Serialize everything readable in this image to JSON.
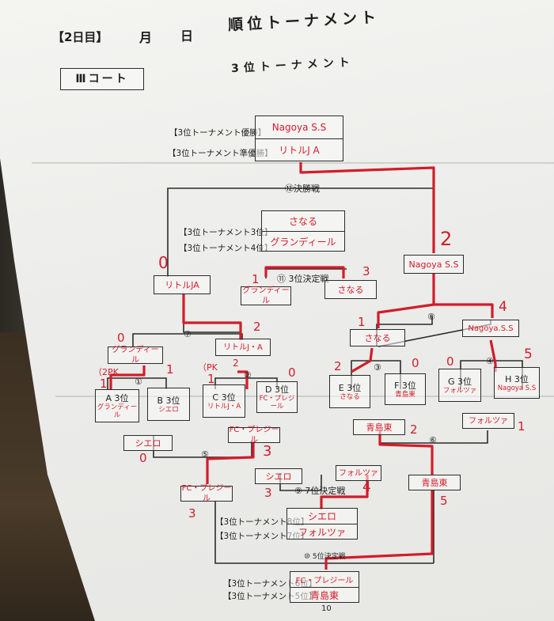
{
  "header": {
    "day_label": "【2日目】",
    "month": "月",
    "day": "日",
    "title": "順位トーナメント",
    "subtitle": "3位トーナメント",
    "court": "Ⅲコート"
  },
  "results": {
    "winner_label": "【3位トーナメント優勝】",
    "winner": "Nagoya S.S",
    "runner_up_label": "【3位トーナメント準優勝】",
    "runner_up": "リトルJ A",
    "third_label": "【3位トーナメント3位】",
    "third": "さなる",
    "fourth_label": "【3位トーナメント4位】",
    "fourth": "グランディール",
    "seventh_label": "【3位トーナメント7位】",
    "seventh": "フォルツァ",
    "eighth_label": "【3位トーナメント8位】",
    "eighth": "シエロ",
    "fifth_label": "【3位トーナメント5位】",
    "fifth": "青島東",
    "sixth_label": "【3位トーナメント6位】",
    "sixth": "FC・プレジール"
  },
  "matches": {
    "m12": "⑫決勝戦",
    "m11": "⑪ 3位決定戦",
    "m10": "⑩ 5位決定戦",
    "m9": "⑨ 7位決定戦",
    "m8": "⑧",
    "m7": "⑦",
    "m6": "⑥",
    "m5": "⑤",
    "m4": "④",
    "m3": "③",
    "m2": "②",
    "m1": "①"
  },
  "teams": {
    "A": {
      "slot": "A 3位",
      "name": "グランディール"
    },
    "B": {
      "slot": "B 3位",
      "name": "シエロ"
    },
    "C": {
      "slot": "C 3位",
      "name": "リトルJ・A"
    },
    "D": {
      "slot": "D 3位",
      "name": "FC・プレジール"
    },
    "E": {
      "slot": "E 3位",
      "name": "さなる"
    },
    "F": {
      "slot": "F 3位",
      "name": "青島東"
    },
    "G": {
      "slot": "G 3位",
      "name": "フォルツァ"
    },
    "H": {
      "slot": "H 3位",
      "name": "Nagoya S.S"
    }
  },
  "bracket": {
    "r1_w1": "グランディール",
    "r1_w2": "リトルJ・A",
    "r1_w3": "さなる",
    "r1_w4": "Nagoya.S.S",
    "r2_w_left": "リトルJA",
    "r2_w_right": "Nagoya S.S",
    "m11_left": "グランディール",
    "m11_right": "さなる",
    "l_m1": "シエロ",
    "l_m2": "FC・プレジール",
    "l_m3": "青島東",
    "l_m4": "フォルツァ",
    "l5_win": "FC・プレジール",
    "l6_win": "青島東",
    "m9_left": "シエロ",
    "m9_right": "フォルツァ"
  },
  "scores": {
    "final_left": "0",
    "final_right": "2",
    "m7_left": "0",
    "m7_right": "2",
    "m8_left": "1",
    "m8_right": "4",
    "m11_left": "1",
    "m11_right": "3",
    "m1_left": "1",
    "m1_right": "1",
    "m1_pk_note": "（2PK",
    "m2_left": "1",
    "m2_right": "0",
    "m2_pk_note": "（PK",
    "m2_pk_score": "2",
    "m3_left": "2",
    "m3_right": "0",
    "m4_left": "0",
    "m4_right": "5",
    "r1_loser_a": "0",
    "r1_loser_b": "1",
    "m5_left": "0",
    "m5_right": "3",
    "m6_left": "2",
    "m6_right": "1",
    "m9_left": "3",
    "m9_right": "4",
    "m10_left": "3",
    "m10_right": "5"
  },
  "footer": {
    "page": "10"
  },
  "colors": {
    "marker": "#d21d2a",
    "ink": "#2b2b2b",
    "paper": "#f1f1ee"
  }
}
